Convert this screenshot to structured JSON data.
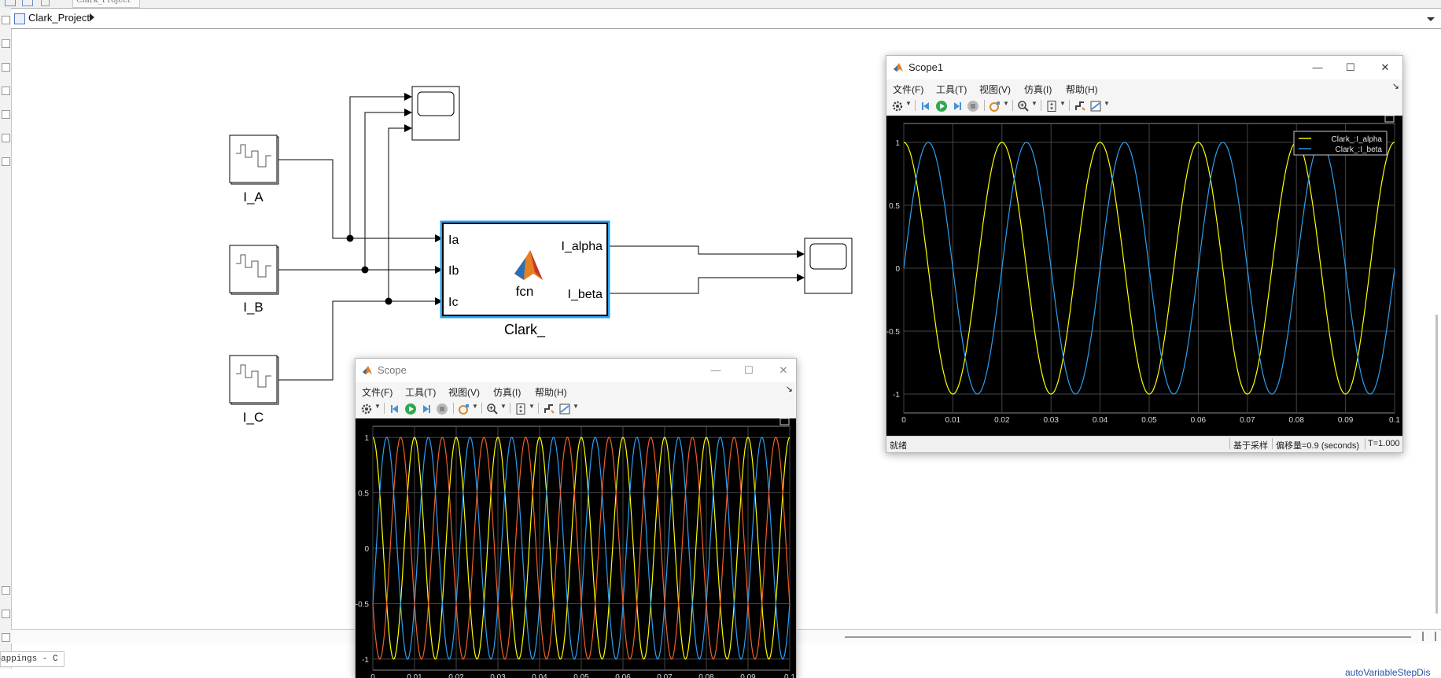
{
  "app": {
    "tab_title": "Clark_Project",
    "breadcrumb": "Clark_Project",
    "bottom_tab": "appings - C",
    "status_right": "autoVariableStepDis"
  },
  "model": {
    "blocks": [
      {
        "label": "I_A"
      },
      {
        "label": "I_B"
      },
      {
        "label": "I_C"
      }
    ],
    "fcn": {
      "name": "Clark_",
      "inner": "fcn",
      "inputs": [
        "Ia",
        "Ib",
        "Ic"
      ],
      "outputs": [
        "I_alpha",
        "I_beta"
      ]
    }
  },
  "scope1": {
    "title": "Scope1",
    "menus": [
      "文件(F)",
      "工具(T)",
      "视图(V)",
      "仿真(I)",
      "帮助(H)"
    ],
    "status_left": "就绪",
    "status_mode": "基于采样",
    "status_offset": "偏移量=0.9 (seconds)",
    "status_time": "T=1.000",
    "controls": {
      "minimize": "—",
      "maximize": "☐",
      "close": "✕"
    }
  },
  "scope": {
    "title": "Scope",
    "menus": [
      "文件(F)",
      "工具(T)",
      "视图(V)",
      "仿真(I)",
      "帮助(H)"
    ],
    "controls": {
      "minimize": "—",
      "maximize": "☐",
      "close": "✕"
    }
  },
  "colors": {
    "yellow": "#ffff00",
    "blue": "#2d9ff0",
    "orange": "#f0602a",
    "selection": "#2aa0f0",
    "grid": "#444444"
  },
  "chart_data": [
    {
      "type": "line",
      "xlim": [
        0,
        0.1
      ],
      "ylim": [
        -1.15,
        1.15
      ],
      "x_ticks": [
        "0",
        "0.01",
        "0.02",
        "0.03",
        "0.04",
        "0.05",
        "0.06",
        "0.07",
        "0.08",
        "0.09",
        "0.1"
      ],
      "y_ticks": [
        "1",
        "0.5",
        "0",
        "-0.5",
        "-1"
      ],
      "grid": true,
      "legend": "top-right",
      "series": [
        {
          "name": "Clark_:I_alpha",
          "color": "#ffff00",
          "amplitude": 1,
          "frequency_hz": 50,
          "phase_deg": 0
        },
        {
          "name": "Clark_:I_beta",
          "color": "#2d9ff0",
          "amplitude": 1,
          "frequency_hz": 50,
          "phase_deg": 90
        }
      ]
    },
    {
      "type": "line",
      "xlim": [
        0,
        0.1
      ],
      "ylim": [
        -1.1,
        1.1
      ],
      "x_ticks": [
        "0",
        "0.01",
        "0.02",
        "0.03",
        "0.04",
        "0.05",
        "0.06",
        "0.07",
        "0.08",
        "0.09",
        "0.1"
      ],
      "y_ticks": [
        "1",
        "0.5",
        "0",
        "-0.5",
        "-1"
      ],
      "grid": true,
      "series": [
        {
          "color": "#ffff00",
          "amplitude": 1,
          "frequency_hz": 100,
          "phase_deg": 0
        },
        {
          "color": "#2d9ff0",
          "amplitude": 1,
          "frequency_hz": 100,
          "phase_deg": 120
        },
        {
          "color": "#f0602a",
          "amplitude": 1,
          "frequency_hz": 100,
          "phase_deg": -120
        }
      ]
    }
  ]
}
